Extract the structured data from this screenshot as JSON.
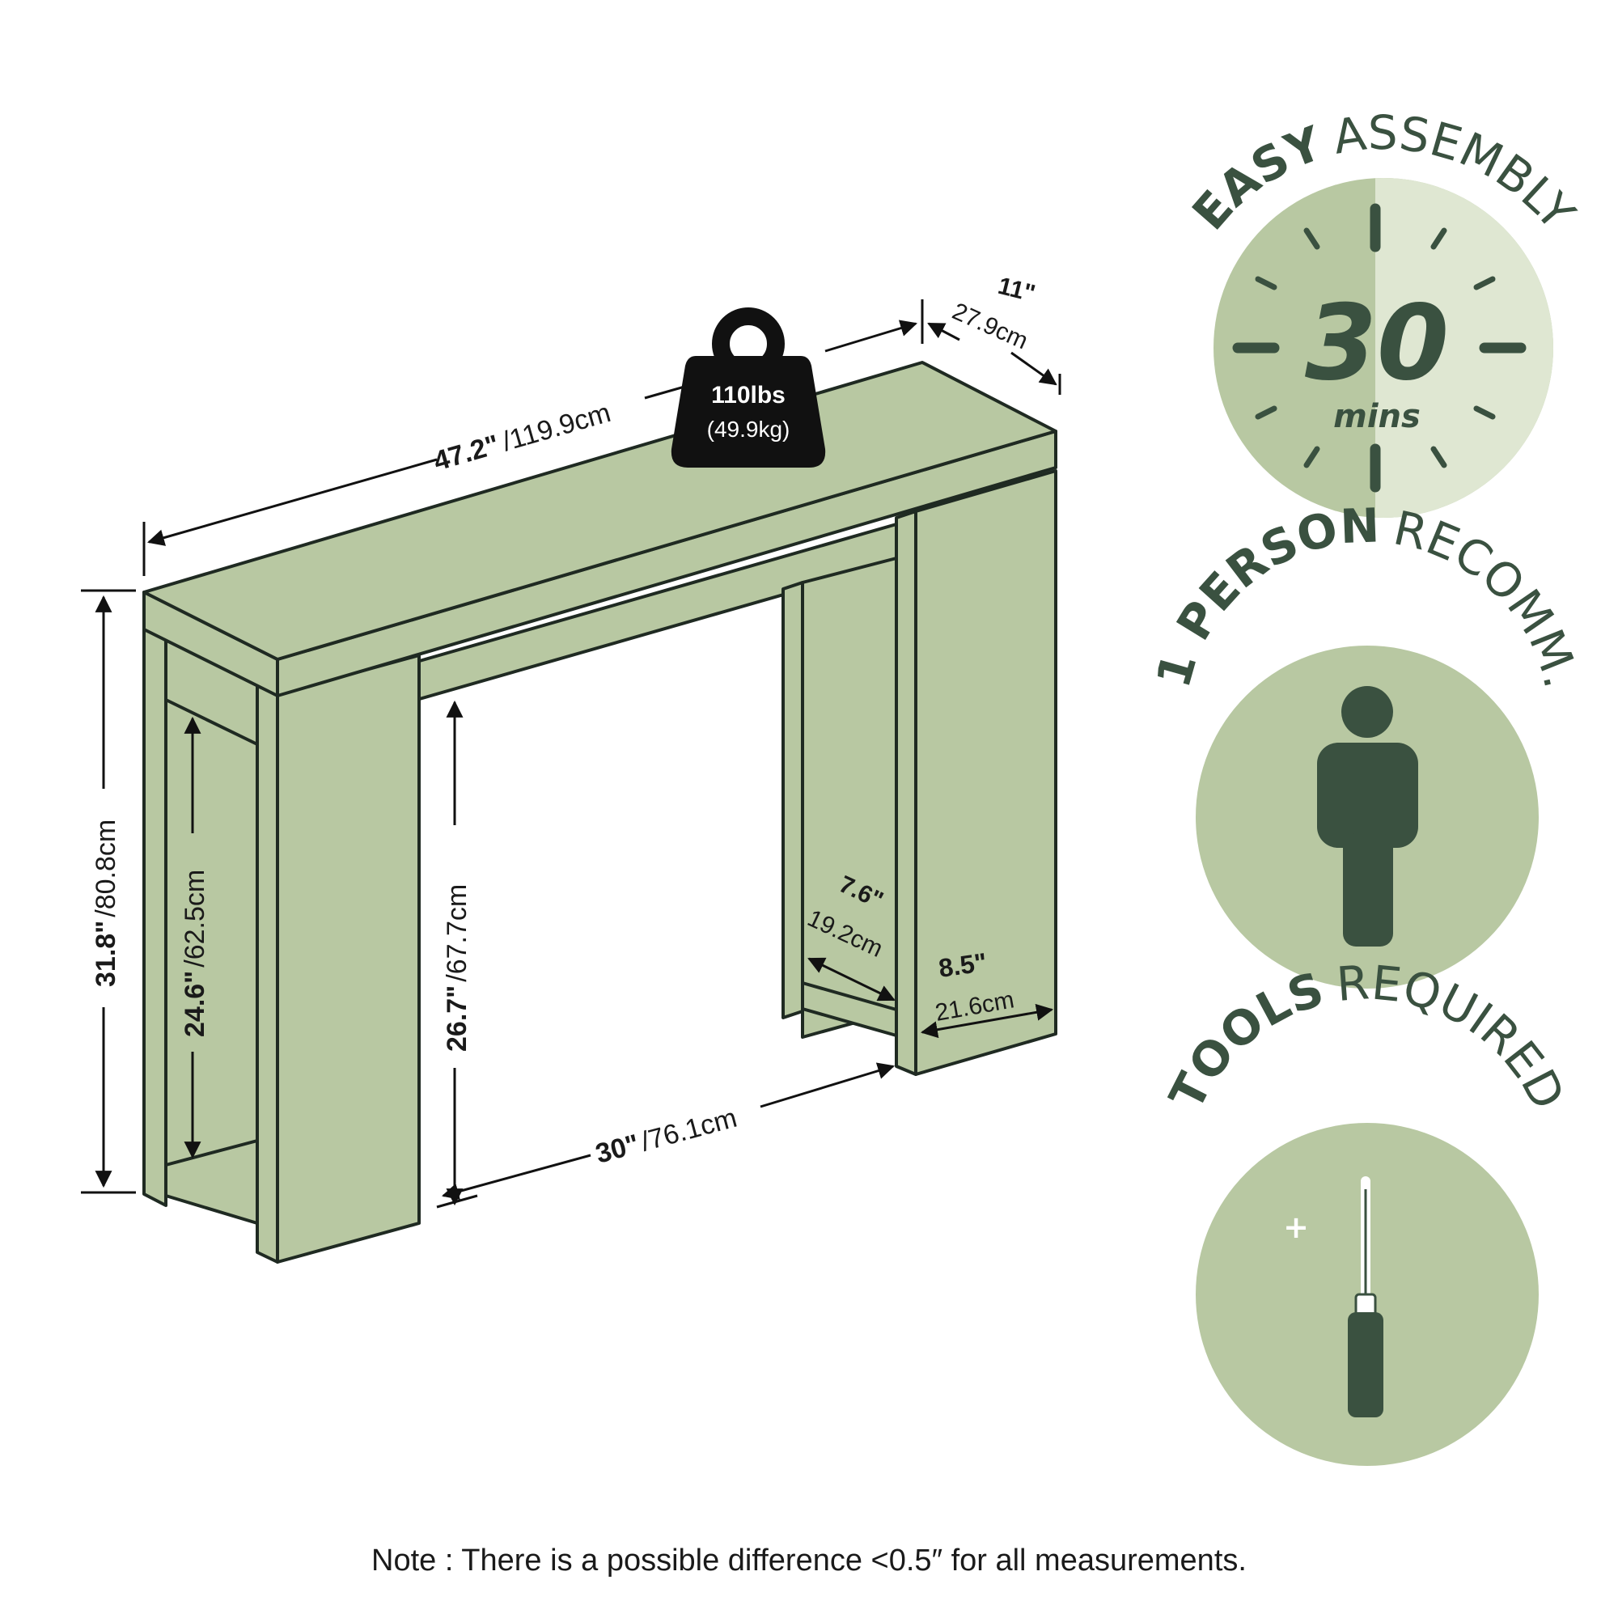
{
  "colors": {
    "panel": "#b8c8a2",
    "panel_light": "#dfe7d2",
    "dark_green": "#3a5140",
    "outline": "#1f2a22",
    "weight_black": "#111111"
  },
  "dimensions": {
    "width_in": "47.2\"",
    "width_cm": "/119.9cm",
    "depth_in": "11\"",
    "depth_cm": "27.9cm",
    "height_in": "31.8\"",
    "height_cm": "/80.8cm",
    "shelf_height_in": "24.6\"",
    "shelf_height_cm": "/62.5cm",
    "clearance_in": "26.7\"",
    "clearance_cm": "/67.7cm",
    "inner_width_in": "30\"",
    "inner_width_cm": "/76.1cm",
    "shelf_depth_in": "7.6\"",
    "shelf_depth_cm": "19.2cm",
    "side_depth_in": "8.5\"",
    "side_depth_cm": "21.6cm"
  },
  "weight": {
    "lbs": "110lbs",
    "kg": "(49.9kg)",
    "icon": "weight-icon"
  },
  "badges": {
    "assembly": {
      "strong": "EASY",
      "light": "ASSEMBLY",
      "number": "30",
      "unit": "mins",
      "icon": "clock-icon"
    },
    "person": {
      "strong": "1 PERSON",
      "light": "RECOMM.",
      "icon": "person-icon"
    },
    "tools": {
      "strong": "TOOLS",
      "light": "REQUIRED",
      "icon": "screwdriver-icon",
      "plus": "+"
    }
  },
  "note": "Note : There is a possible difference <0.5″ for all measurements."
}
